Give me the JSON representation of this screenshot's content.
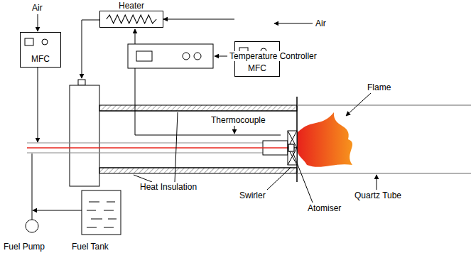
{
  "diagram": {
    "nodes": [
      {
        "text": [
          "MFC"
        ]
      },
      {
        "text": [
          "Heater"
        ]
      },
      {
        "text": [
          "MFC"
        ]
      }
    ],
    "edges": [
      {
        "from": 2,
        "to": 1,
        "arrow": "to"
      }
    ],
    "labels": [
      "Air",
      "Air",
      "Temperature Controller",
      "Thermocouple",
      "Heat Insulation",
      "Flame",
      "Quartz Tube",
      "Swirler",
      "Atomiser",
      "Fuel Pump",
      "Fuel Tank"
    ]
  }
}
